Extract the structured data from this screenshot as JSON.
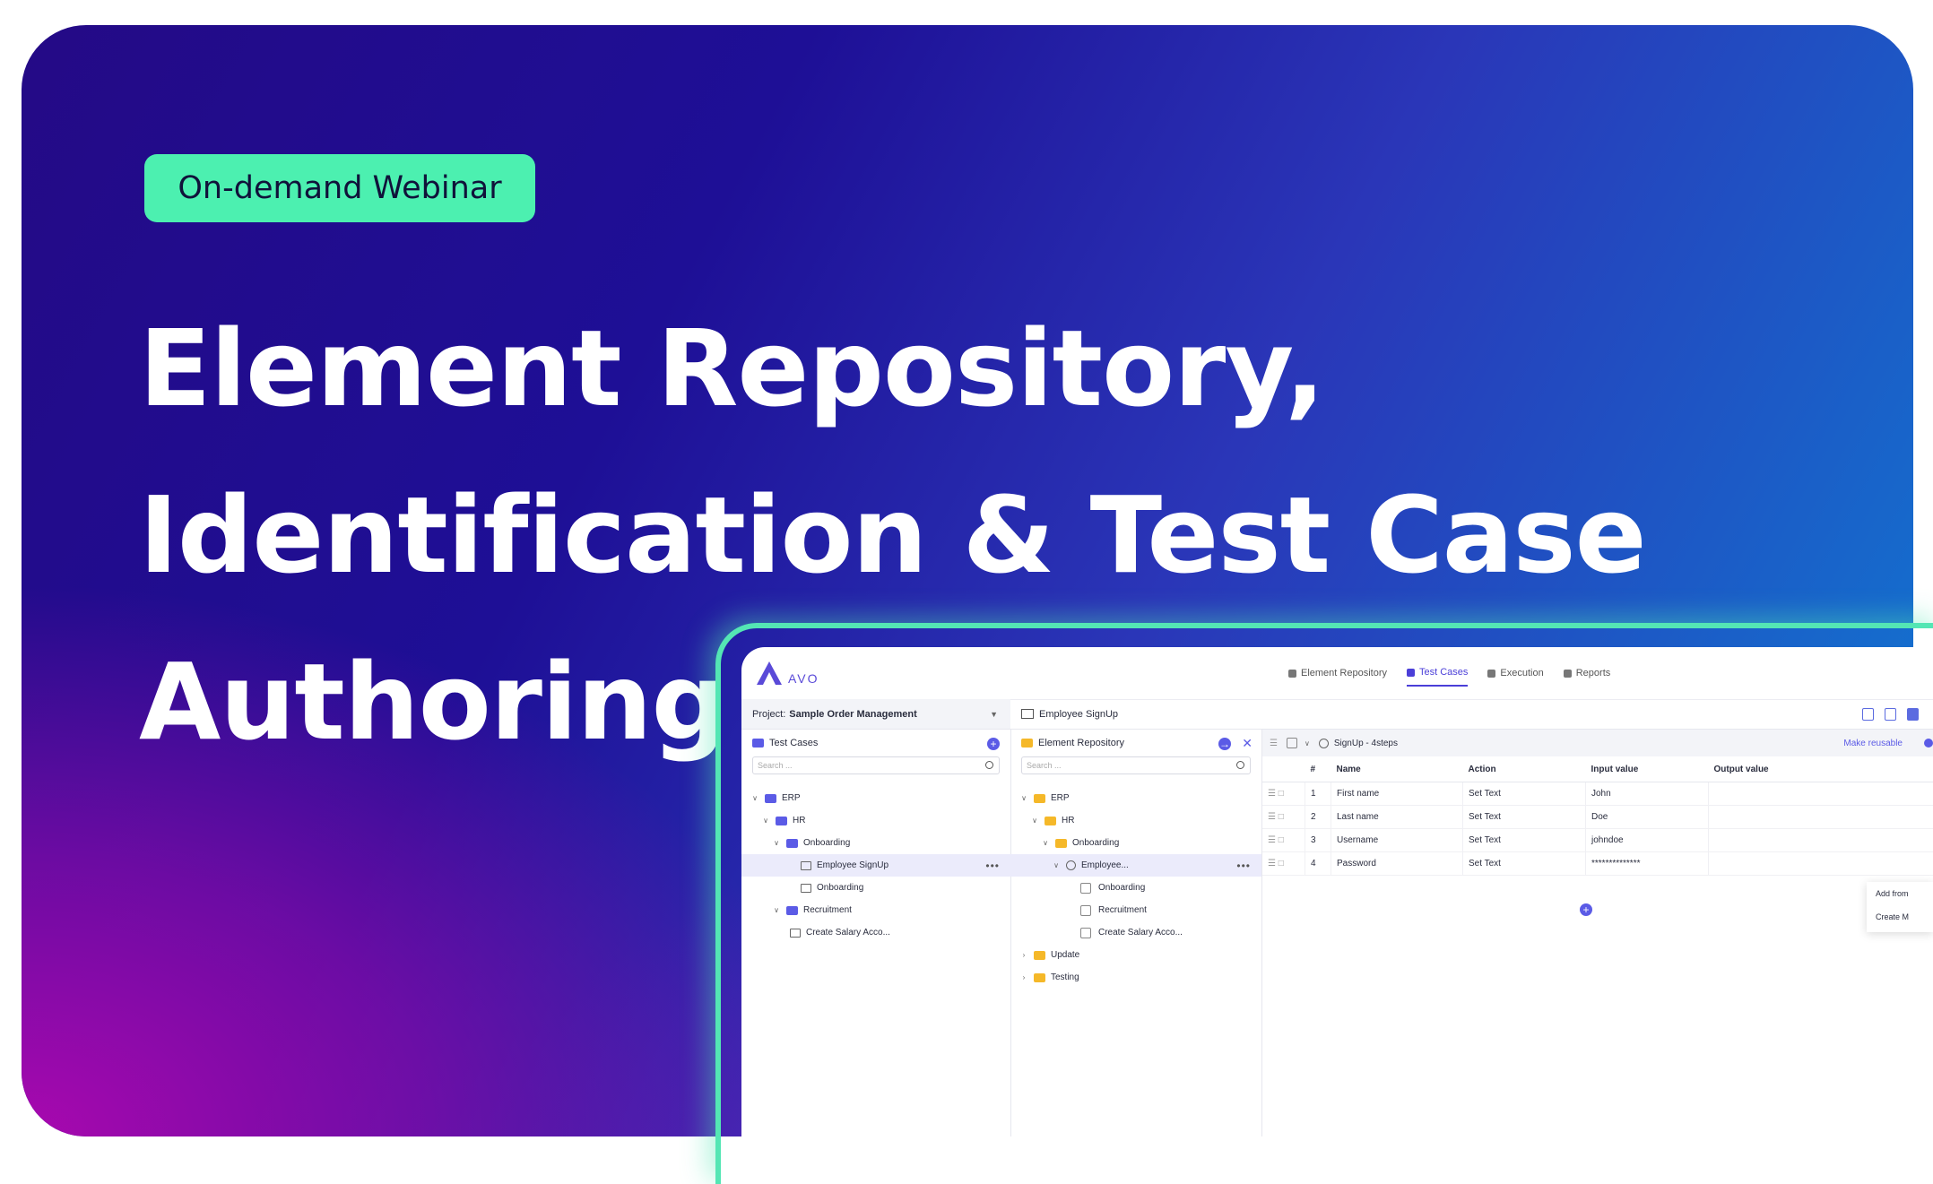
{
  "badge": "On-demand Webinar",
  "title": {
    "line1": "Element Repository,",
    "line2": "Identification & Test Case",
    "line3": "Authoring"
  },
  "app": {
    "logo_text": "AVO",
    "tabs": [
      {
        "label": "Element Repository",
        "icon": "tree-icon"
      },
      {
        "label": "Test Cases",
        "icon": "grid-icon",
        "active": true
      },
      {
        "label": "Execution",
        "icon": "play-icon"
      },
      {
        "label": "Reports",
        "icon": "doc-icon"
      }
    ],
    "project_label": "Project:",
    "project_name": "Sample Order Management",
    "current_testcase": "Employee SignUp",
    "left_pane": {
      "title": "Test Cases",
      "search_placeholder": "Search ...",
      "tree": [
        "ERP",
        "HR",
        "Onboarding",
        "Employee SignUp",
        "Onboarding",
        "Recruitment",
        "Create Salary Acco..."
      ]
    },
    "mid_pane": {
      "title": "Element Repository",
      "search_placeholder": "Search ...",
      "tree": [
        "ERP",
        "HR",
        "Onboarding",
        "Employee...",
        "Onboarding",
        "Recruitment",
        "Create Salary Acco...",
        "Update",
        "Testing"
      ]
    },
    "grid": {
      "scenario": "SignUp - 4steps",
      "make_reusable": "Make reusable",
      "columns": [
        "#",
        "Name",
        "Action",
        "Input value",
        "Output value"
      ],
      "rows": [
        {
          "n": "1",
          "name": "First name",
          "action": "Set Text",
          "input": "John",
          "output": ""
        },
        {
          "n": "2",
          "name": "Last name",
          "action": "Set Text",
          "input": "Doe",
          "output": ""
        },
        {
          "n": "3",
          "name": "Username",
          "action": "Set Text",
          "input": "johndoe",
          "output": ""
        },
        {
          "n": "4",
          "name": "Password",
          "action": "Set Text",
          "input": "**************",
          "output": ""
        }
      ],
      "popover": [
        "Add from",
        "Create M"
      ]
    }
  }
}
